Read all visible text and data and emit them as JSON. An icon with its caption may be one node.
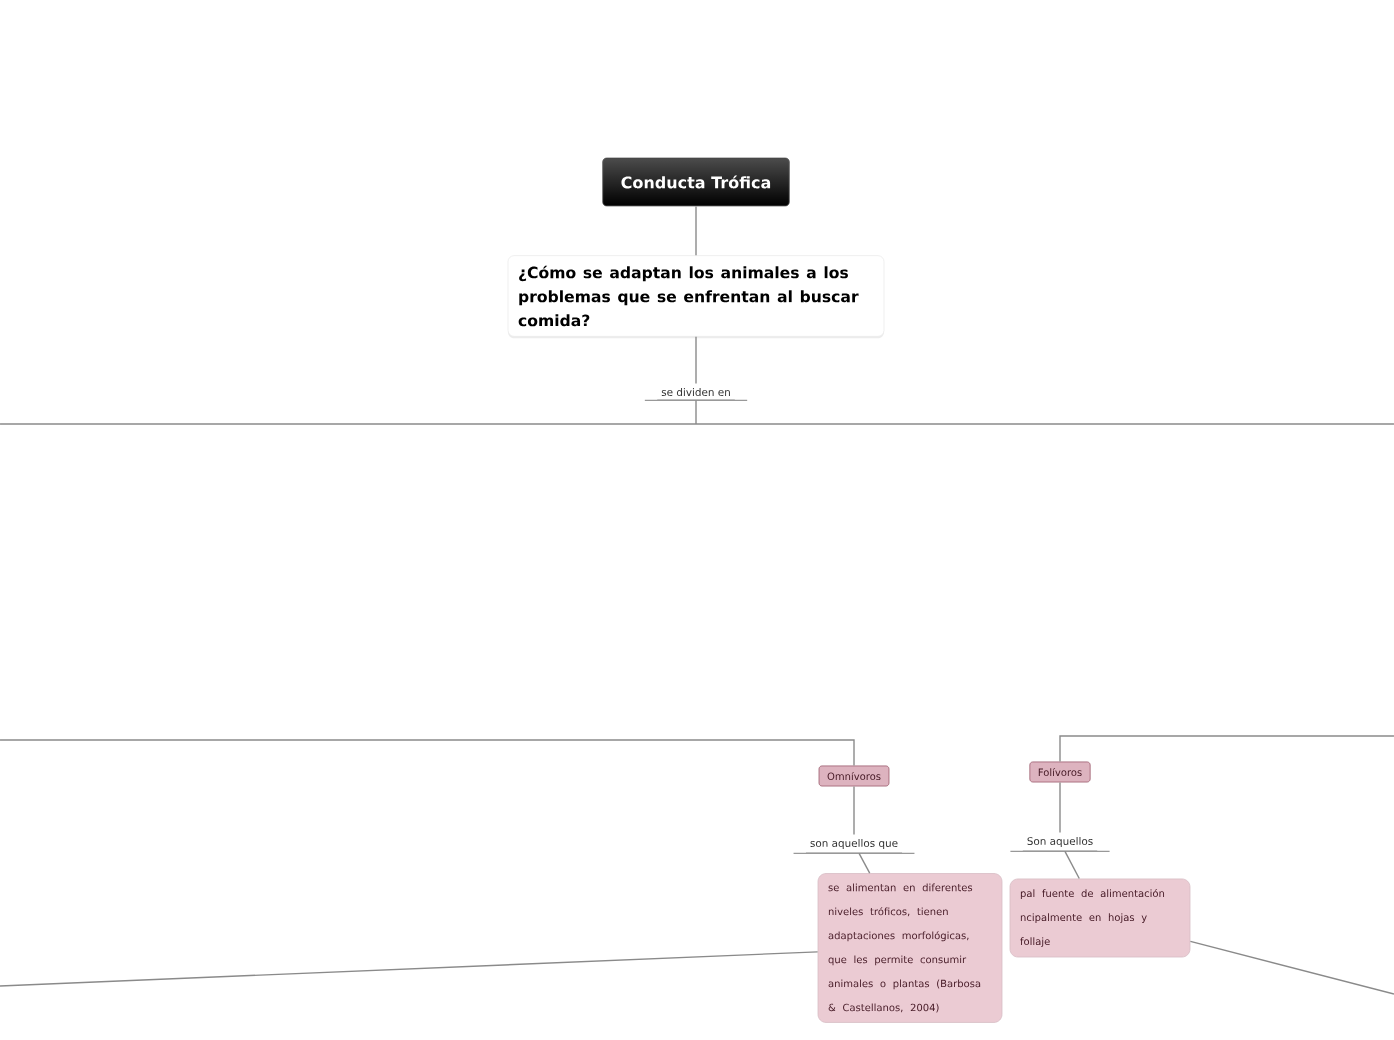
{
  "diagram": {
    "nodes": [
      {
        "text": [
          "Conducta Trófica"
        ]
      },
      {
        "text": [
          "¿Cómo se adaptan los animales a los problemas que se enfrentan al buscar comida?"
        ]
      },
      {
        "text": [
          "se dividen en"
        ]
      },
      {
        "text": [
          "Omnívoros"
        ]
      },
      {
        "text": [
          "son aquellos que"
        ]
      },
      {
        "text": [
          "se alimentan en diferentes niveles tróficos, tienen adaptaciones morfológicas, que les permite consumir animales o plantas (Barbosa & Castellanos, 2004)"
        ]
      },
      {
        "text": [
          "Folívoros"
        ]
      },
      {
        "text": [
          "Son aquellos"
        ]
      },
      {
        "text": [
          "pal fuente de alimentación ncipalmente en hojas y follaje"
        ]
      }
    ],
    "edges": [
      {
        "from": 0,
        "to": 1,
        "arrow": "none"
      },
      {
        "from": 1,
        "to": 2,
        "arrow": "none"
      },
      {
        "from": 2,
        "to": null,
        "arrow": "none"
      },
      {
        "from": null,
        "to": 3,
        "arrow": "none"
      },
      {
        "from": 3,
        "to": 4,
        "arrow": "none"
      },
      {
        "from": 4,
        "to": 5,
        "arrow": "none"
      },
      {
        "from": null,
        "to": 6,
        "arrow": "none"
      },
      {
        "from": 6,
        "to": 7,
        "arrow": "none"
      },
      {
        "from": 7,
        "to": 8,
        "arrow": "none"
      },
      {
        "from": 5,
        "to": null,
        "arrow": "none"
      },
      {
        "from": 8,
        "to": null,
        "arrow": "none"
      }
    ]
  }
}
